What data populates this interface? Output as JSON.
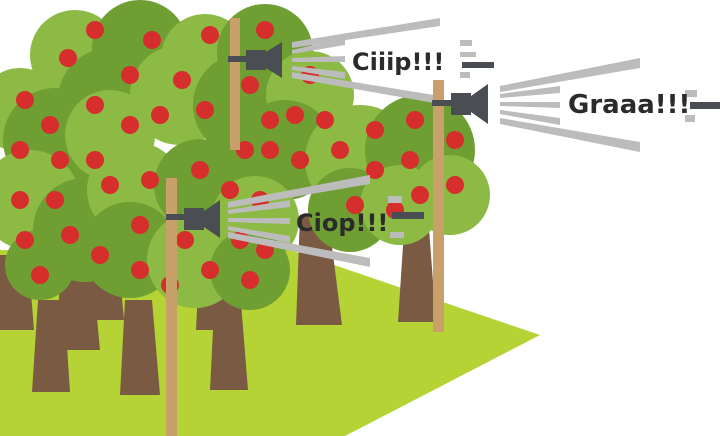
{
  "scene": {
    "colors": {
      "grass": "#b5d335",
      "trunk": "#7a5a43",
      "canopy_dark": "#6f9e33",
      "canopy_light": "#8cba44",
      "apple": "#d62d2d",
      "pole": "#c8a06a",
      "speaker": "#4a4e52",
      "sound_wave": "#bcbcbc"
    },
    "speakers": [
      {
        "id": "speaker-1",
        "sound_text": "Ciiip!!!"
      },
      {
        "id": "speaker-2",
        "sound_text": "Graaa!!!"
      },
      {
        "id": "speaker-3",
        "sound_text": "Ciop!!!"
      }
    ]
  }
}
